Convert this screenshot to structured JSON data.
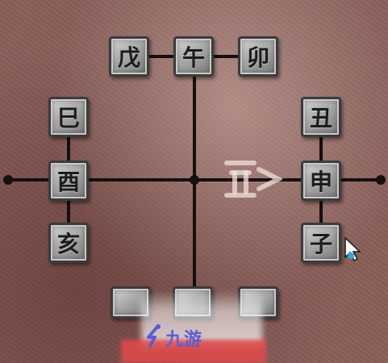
{
  "tiles": {
    "top_left": "戊",
    "top_center": "午",
    "top_right": "卯",
    "left_top": "巳",
    "left_middle": "酉",
    "left_bottom": "亥",
    "right_top": "丑",
    "right_middle": "申",
    "right_bottom": "子"
  },
  "watermark": {
    "logo_text": "九游",
    "logo_icon": "nine-game-logo-icon"
  },
  "colors": {
    "board_background": "#8a5f5a",
    "line": "#141010",
    "tile_face": "#b0b0b0",
    "logo_blue": "#5b5bd6",
    "logo_red": "#e34a4a"
  }
}
